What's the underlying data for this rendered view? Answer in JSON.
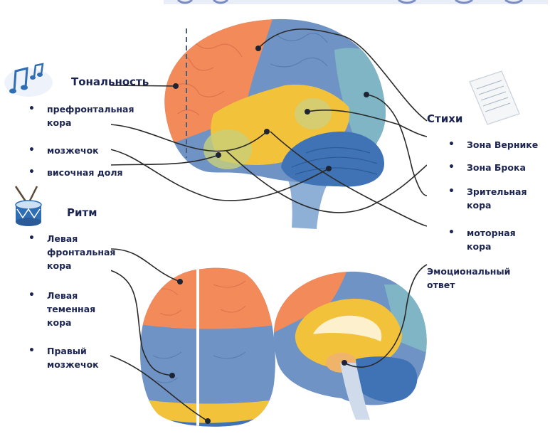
{
  "tonality": {
    "heading": "Тональность",
    "items": [
      "префронтальная кора",
      "мозжечок",
      "височная доля"
    ]
  },
  "rhythm": {
    "heading": "Ритм",
    "items": [
      "Левая фронтальная кора",
      "Левая теменная кора",
      "Правый мозжечок"
    ]
  },
  "verses": {
    "heading": "Стихи",
    "items": [
      "Зона Вернике",
      "Зона Брока",
      "Зрительная кора",
      "моторная кора"
    ],
    "extra": "Эмоциональный ответ"
  },
  "colors": {
    "frontal": "#f28a5a",
    "parietal": "#6f93c4",
    "occipital": "#7fb5c4",
    "temporal": "#f3c23b",
    "cerebellum": "#3f73b5",
    "brainstem": "#8fb0d6",
    "text": "#1c2452",
    "lines": "#2a2a2a"
  },
  "icons": [
    "music-notes-icon",
    "drum-icon",
    "paper-sheet-icon"
  ]
}
